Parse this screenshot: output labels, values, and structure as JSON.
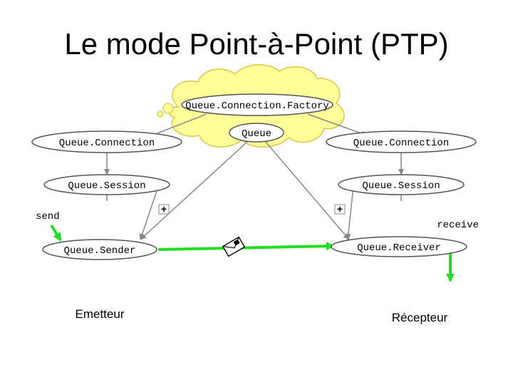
{
  "title": "Le mode Point-à-Point (PTP)",
  "nodes": {
    "factory": "Queue.Connection.Factory",
    "queue": "Queue",
    "conn_left": "Queue.Connection",
    "conn_right": "Queue.Connection",
    "session_left": "Queue.Session",
    "session_right": "Queue.Session",
    "sender": "Queue.Sender",
    "receiver": "Queue.Receiver"
  },
  "labels": {
    "send": "send",
    "receive": "receive",
    "plus_left": "+",
    "plus_right": "+",
    "emetteur": "Emetteur",
    "recepteur": "Récepteur"
  },
  "colors": {
    "cloud": "#ffff99",
    "message_flow": "#22dd22",
    "connector": "#888888"
  },
  "icons": {
    "message": "envelope-icon"
  }
}
